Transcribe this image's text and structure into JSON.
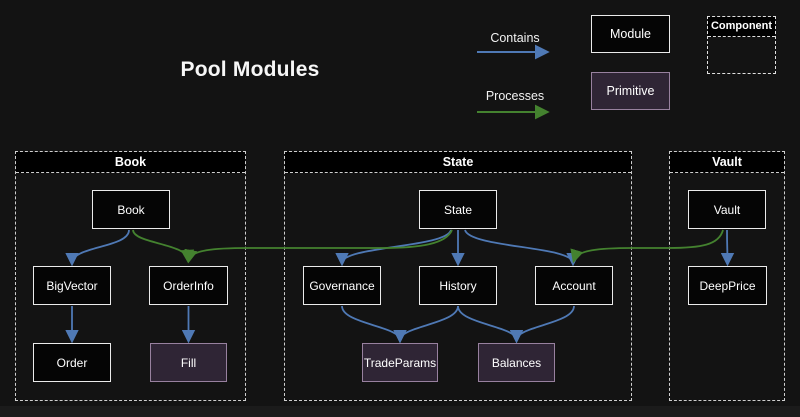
{
  "title": "Pool Modules",
  "legend": {
    "contains_label": "Contains",
    "processes_label": "Processes",
    "module_label": "Module",
    "primitive_label": "Primitive",
    "component_label": "Component"
  },
  "colors": {
    "background": "#131313",
    "contains_arrow": "#4f79b5",
    "processes_arrow": "#44822f",
    "module_fill": "#050505",
    "module_border": "#ebebeb",
    "primitive_fill": "#2f2535",
    "primitive_border": "#98819f",
    "container_border": "#cfcfcf"
  },
  "containers": [
    {
      "id": "book",
      "label": "Book"
    },
    {
      "id": "state",
      "label": "State"
    },
    {
      "id": "vault",
      "label": "Vault"
    }
  ],
  "nodes": [
    {
      "id": "book-node",
      "label": "Book",
      "type": "module",
      "container": "book"
    },
    {
      "id": "bigvector",
      "label": "BigVector",
      "type": "module",
      "container": "book"
    },
    {
      "id": "orderinfo",
      "label": "OrderInfo",
      "type": "module",
      "container": "book"
    },
    {
      "id": "order",
      "label": "Order",
      "type": "module",
      "container": "book"
    },
    {
      "id": "fill",
      "label": "Fill",
      "type": "primitive",
      "container": "book"
    },
    {
      "id": "state-node",
      "label": "State",
      "type": "module",
      "container": "state"
    },
    {
      "id": "governance",
      "label": "Governance",
      "type": "module",
      "container": "state"
    },
    {
      "id": "history",
      "label": "History",
      "type": "module",
      "container": "state"
    },
    {
      "id": "account",
      "label": "Account",
      "type": "module",
      "container": "state"
    },
    {
      "id": "tradeparams",
      "label": "TradeParams",
      "type": "primitive",
      "container": "state"
    },
    {
      "id": "balances",
      "label": "Balances",
      "type": "primitive",
      "container": "state"
    },
    {
      "id": "vault-node",
      "label": "Vault",
      "type": "module",
      "container": "vault"
    },
    {
      "id": "deepprice",
      "label": "DeepPrice",
      "type": "module",
      "container": "vault"
    }
  ],
  "edges": [
    {
      "from": "book-node",
      "to": "bigvector",
      "type": "contains"
    },
    {
      "from": "state-node",
      "to": "governance",
      "type": "contains"
    },
    {
      "from": "state-node",
      "to": "history",
      "type": "contains"
    },
    {
      "from": "state-node",
      "to": "account",
      "type": "contains"
    },
    {
      "from": "vault-node",
      "to": "deepprice",
      "type": "contains"
    },
    {
      "from": "bigvector",
      "to": "order",
      "type": "contains"
    },
    {
      "from": "orderinfo",
      "to": "fill",
      "type": "contains"
    },
    {
      "from": "governance",
      "to": "tradeparams",
      "type": "contains"
    },
    {
      "from": "history",
      "to": "tradeparams",
      "type": "contains"
    },
    {
      "from": "history",
      "to": "balances",
      "type": "contains"
    },
    {
      "from": "account",
      "to": "balances",
      "type": "contains"
    },
    {
      "from": "book-node",
      "to": "orderinfo",
      "type": "processes"
    },
    {
      "from": "state-node",
      "to": "orderinfo",
      "type": "processes"
    },
    {
      "from": "vault-node",
      "to": "account",
      "type": "processes"
    }
  ]
}
